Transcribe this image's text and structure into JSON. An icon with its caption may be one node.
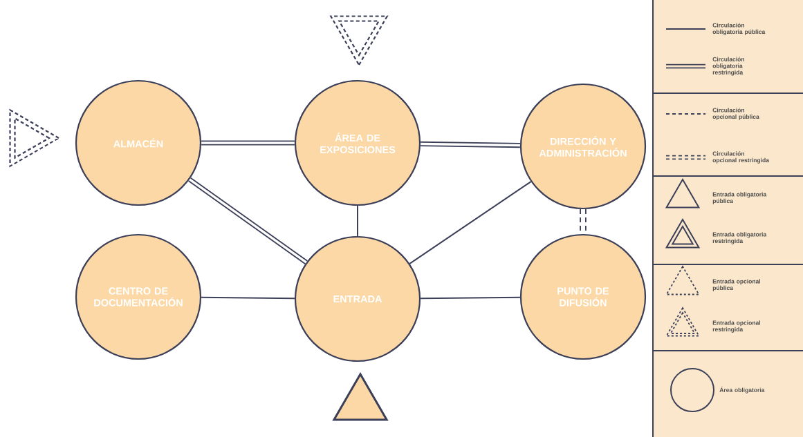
{
  "diagram": {
    "nodes": [
      {
        "text": [
          "ALMACÉN"
        ]
      },
      {
        "text": [
          "ÁREA DE EXPOSICIONES"
        ]
      },
      {
        "text": [
          "DIRECCIÓN Y ADMINISTRACIÓN"
        ]
      },
      {
        "text": [
          "CENTRO DE DOCUMENTACIÓN"
        ]
      },
      {
        "text": [
          "ENTRADA"
        ]
      },
      {
        "text": [
          "PUNTO DE DIFUSIÓN"
        ]
      }
    ],
    "edges": [
      {
        "from": 0,
        "to": 1,
        "arrow": "none",
        "style": "thick"
      },
      {
        "from": 1,
        "to": 2,
        "arrow": "none",
        "style": "thick"
      },
      {
        "from": 0,
        "to": 4,
        "arrow": "none",
        "style": "thick"
      },
      {
        "from": 1,
        "to": 4,
        "arrow": "none"
      },
      {
        "from": 2,
        "to": 4,
        "arrow": "none"
      },
      {
        "from": 3,
        "to": 4,
        "arrow": "none"
      },
      {
        "from": 4,
        "to": 5,
        "arrow": "none"
      },
      {
        "from": 2,
        "to": 5,
        "arrow": "none",
        "style": "dashed"
      }
    ],
    "legend": [
      {
        "text": "Circulación obligatoria pública"
      },
      {
        "text": "Circulación obligatoria restringida"
      },
      {
        "text": "Circulación opcional pública"
      },
      {
        "text": "Circulación opcional restringida"
      },
      {
        "text": "Entrada obligatoria pública"
      },
      {
        "text": "Entrada obligatoria restringida"
      },
      {
        "text": "Entrada opcional pública"
      },
      {
        "text": "Entrada opcional restringida"
      },
      {
        "text": "Área obligatoria"
      }
    ]
  }
}
